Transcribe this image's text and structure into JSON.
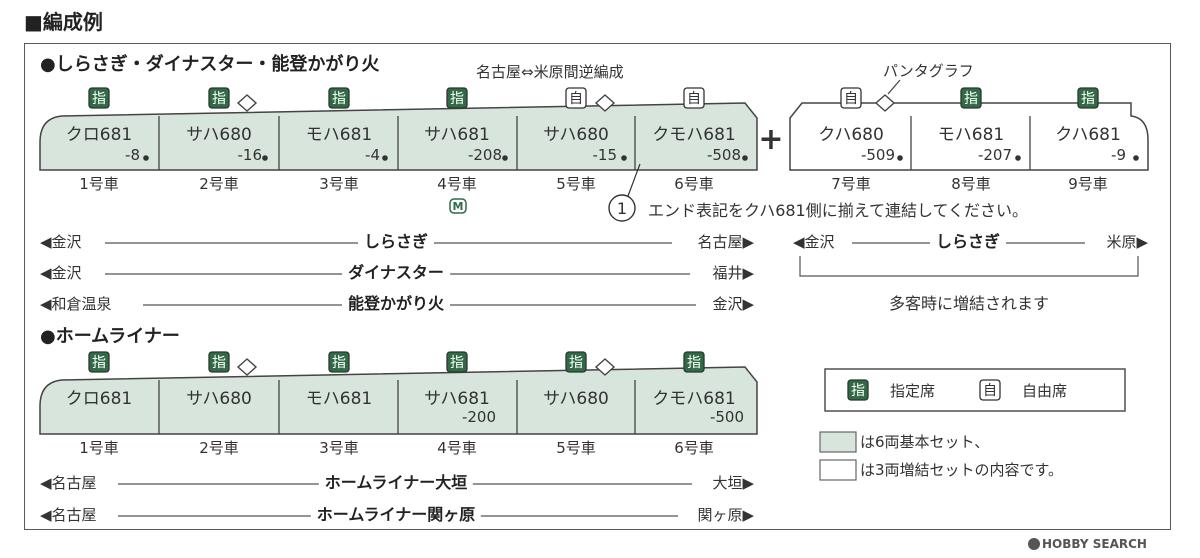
{
  "title": "■編成例",
  "sections": {
    "s1_title": "●しらさぎ・ダイナスター・能登かがり火",
    "s1_note": "名古屋⇔米原間逆編成",
    "pantograph_label": "パンタグラフ",
    "s2_title": "●ホームライナー"
  },
  "train1": {
    "cars": [
      {
        "type": "クロ681",
        "number": "-8",
        "label": "1号車",
        "seat": "指"
      },
      {
        "type": "サハ680",
        "number": "-16",
        "label": "2号車",
        "seat": "指"
      },
      {
        "type": "モハ681",
        "number": "-4",
        "label": "3号車",
        "seat": "指"
      },
      {
        "type": "サハ681",
        "number": "-208",
        "label": "4号車",
        "seat": "指"
      },
      {
        "type": "サハ680",
        "number": "-15",
        "label": "5号車",
        "seat": "自"
      },
      {
        "type": "クモハ681",
        "number": "-508",
        "label": "6号車",
        "seat": "自"
      }
    ],
    "extra_cars": [
      {
        "type": "クハ680",
        "number": "-509",
        "label": "7号車",
        "seat": "自"
      },
      {
        "type": "モハ681",
        "number": "-207",
        "label": "8号車",
        "seat": "指"
      },
      {
        "type": "クハ681",
        "number": "-9",
        "label": "9号車",
        "seat": "指"
      }
    ],
    "plus": "+",
    "motor_mark": "M",
    "circle_num": "1",
    "end_note": "エンド表記をクハ681側に揃えて連結してください。"
  },
  "routes1": [
    {
      "from": "◀金沢",
      "name": "しらさぎ",
      "to": "名古屋▶"
    },
    {
      "from": "◀金沢",
      "name": "ダイナスター",
      "to": "福井▶"
    },
    {
      "from": "◀和倉温泉",
      "name": "能登かがり火",
      "to": "金沢▶"
    }
  ],
  "route_extra": {
    "from": "◀金沢",
    "name": "しらさぎ",
    "to": "米原▶",
    "note": "多客時に増結されます"
  },
  "train2": {
    "cars": [
      {
        "type": "クロ681",
        "number": "",
        "label": "1号車",
        "seat": "指"
      },
      {
        "type": "サハ680",
        "number": "",
        "label": "2号車",
        "seat": "指"
      },
      {
        "type": "モハ681",
        "number": "",
        "label": "3号車",
        "seat": "指"
      },
      {
        "type": "サハ681",
        "number": "-200",
        "label": "4号車",
        "seat": "指"
      },
      {
        "type": "サハ680",
        "number": "",
        "label": "5号車",
        "seat": "指"
      },
      {
        "type": "クモハ681",
        "number": "-500",
        "label": "6号車",
        "seat": "指"
      }
    ]
  },
  "routes2": [
    {
      "from": "◀名古屋",
      "name": "ホームライナー大垣",
      "to": "大垣▶"
    },
    {
      "from": "◀名古屋",
      "name": "ホームライナー関ヶ原",
      "to": "関ヶ原▶"
    }
  ],
  "legend": {
    "reserved_icon": "指",
    "reserved_label": "指定席",
    "free_icon": "自",
    "free_label": "自由席",
    "basic_set": "は6両基本セット、",
    "addon_set": "は3両増結セットの内容です。"
  },
  "watermark": "HOBBY SEARCH",
  "colors": {
    "green_fill": "#d7e5dc",
    "outline": "#444444",
    "icon_fill": "#2f6b45"
  }
}
